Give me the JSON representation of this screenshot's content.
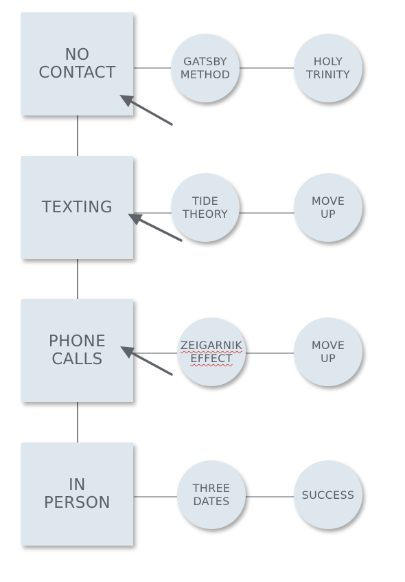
{
  "stages": [
    {
      "label": "NO\nCONTACT",
      "steps": [
        "GATSBY\nMETHOD",
        "HOLY\nTRINITY"
      ]
    },
    {
      "label": "TEXTING",
      "steps": [
        "TIDE\nTHEORY",
        "MOVE\nUP"
      ]
    },
    {
      "label": "PHONE\nCALLS",
      "steps": [
        "ZEIGARNIK\nEFFECT",
        "MOVE\nUP"
      ]
    },
    {
      "label": "IN\nPERSON",
      "steps": [
        "THREE\nDATES",
        "SUCCESS"
      ]
    }
  ],
  "colors": {
    "node_fill": "#dfe7ee",
    "text": "#5a6068",
    "line": "#555b60",
    "arrow": "#5f6368"
  }
}
